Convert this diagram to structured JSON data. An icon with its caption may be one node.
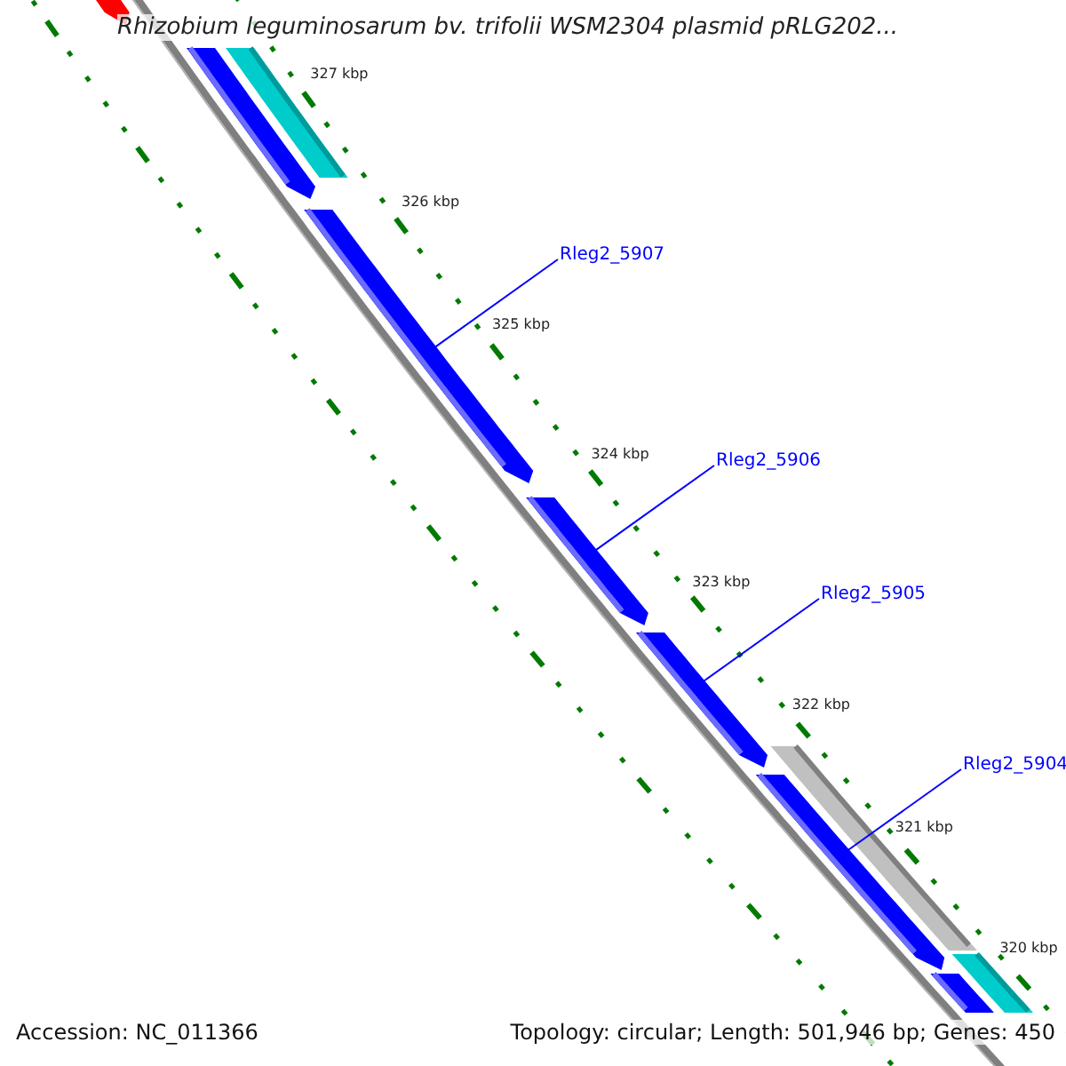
{
  "diagram": {
    "title": "Rhizobium leguminosarum bv. trifolii WSM2304 plasmid pRLG202...",
    "nodes": [
      {
        "text": [
          "Rleg2_5907"
        ]
      },
      {
        "text": [],
        "shape": "bar"
      },
      {
        "text": [
          "Rleg2_5906"
        ]
      },
      {
        "text": [],
        "shape": "bar"
      },
      {
        "text": [
          "Rleg2_5905"
        ]
      },
      {
        "text": [],
        "shape": "bar"
      },
      {
        "text": [
          "Rleg2_5904"
        ]
      },
      {
        "text": [],
        "shape": "bar"
      },
      {
        "text": [],
        "shape": "bar"
      },
      {
        "text": [],
        "shape": "bar"
      },
      {
        "text": [],
        "shape": "bar"
      },
      {
        "text": [],
        "shape": "bar"
      },
      {
        "text": [],
        "shape": "bar"
      },
      {
        "text": [],
        "shape": "bar"
      }
    ],
    "edges": [
      {
        "from": 0,
        "to": 1,
        "arrow": "none"
      },
      {
        "from": 2,
        "to": 3,
        "arrow": "none"
      },
      {
        "from": 4,
        "to": 5,
        "arrow": "none"
      },
      {
        "from": 6,
        "to": 7,
        "arrow": "none"
      }
    ],
    "labels": [
      "327 kbp",
      "326 kbp",
      "325 kbp",
      "324 kbp",
      "323 kbp",
      "322 kbp",
      "321 kbp",
      "320 kbp",
      "Accession: NC_011366",
      "Topology: circular; Length: 501,946 bp; Genes: 450"
    ]
  }
}
